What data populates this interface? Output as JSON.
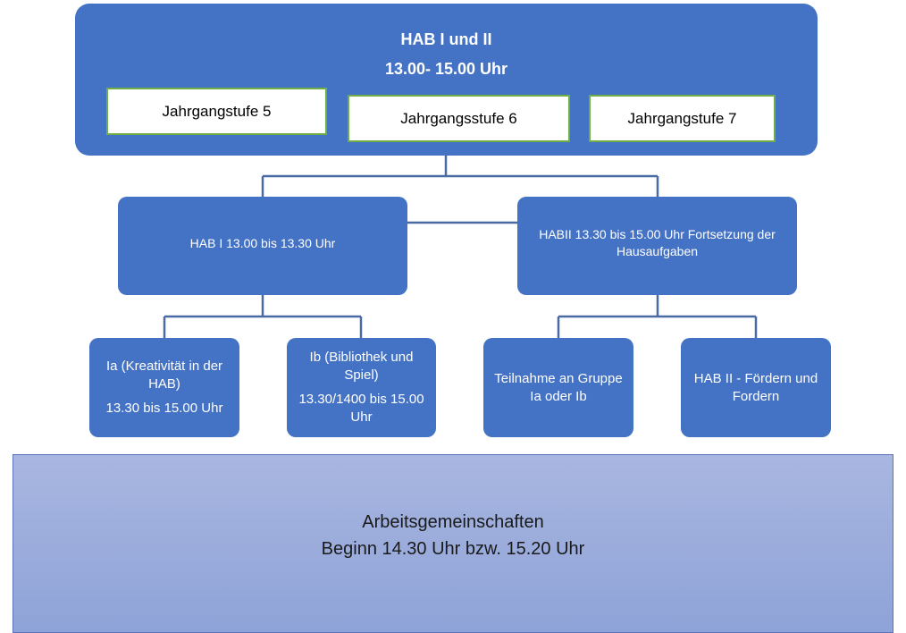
{
  "top": {
    "title": "HAB I und II",
    "time": "13.00- 15.00 Uhr",
    "grades": [
      "Jahrgangstufe 5",
      "Jahrgangsstufe 6",
      "Jahrgangstufe 7"
    ]
  },
  "middle": {
    "hab1": "HAB I 13.00 bis 13.30 Uhr",
    "hab2": "HABII 13.30 bis 15.00 Uhr Fortsetzung der Hausaufgaben"
  },
  "leaves": {
    "ia": {
      "title": "Ia (Kreativität in der HAB)",
      "time": "13.30 bis 15.00 Uhr"
    },
    "ib": {
      "title": "Ib (Bibliothek und Spiel)",
      "time": "13.30/1400 bis 15.00 Uhr"
    },
    "teilnahme": {
      "title": "Teilnahme an Gruppe Ia oder Ib"
    },
    "hab2_foerdern": {
      "title": "HAB II - Fördern und Fordern"
    }
  },
  "bottom": {
    "title": "Arbeitsgemeinschaften",
    "subtitle": "Beginn 14.30 Uhr bzw. 15.20 Uhr"
  },
  "colors": {
    "box_fill": "#4472c4",
    "grade_border": "#70ad47",
    "connector": "#4a6aa5",
    "bottom_gradient_top": "#a9b6e0",
    "bottom_gradient_bottom": "#8ea3d8"
  }
}
